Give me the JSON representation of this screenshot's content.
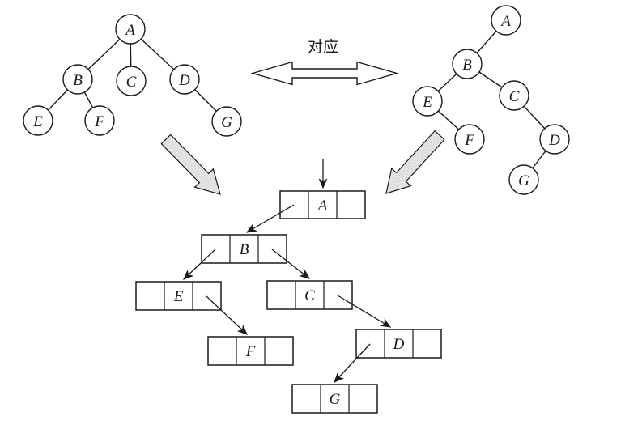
{
  "correspondence": {
    "label": "对应"
  },
  "left_tree": {
    "nodes": [
      {
        "label": "A"
      },
      {
        "label": "B"
      },
      {
        "label": "C"
      },
      {
        "label": "D"
      },
      {
        "label": "E"
      },
      {
        "label": "F"
      },
      {
        "label": "G"
      }
    ],
    "edges": [
      "A-B",
      "A-C",
      "A-D",
      "B-E",
      "B-F",
      "D-G"
    ]
  },
  "right_tree": {
    "nodes": [
      {
        "label": "A"
      },
      {
        "label": "B"
      },
      {
        "label": "E"
      },
      {
        "label": "C"
      },
      {
        "label": "F"
      },
      {
        "label": "D"
      },
      {
        "label": "G"
      }
    ],
    "edges": [
      "A-B",
      "B-E",
      "B-C",
      "E-F",
      "C-D",
      "D-G"
    ]
  },
  "linked_list": {
    "nodes": [
      {
        "label": "A"
      },
      {
        "label": "B"
      },
      {
        "label": "E"
      },
      {
        "label": "C"
      },
      {
        "label": "F"
      },
      {
        "label": "D"
      },
      {
        "label": "G"
      }
    ],
    "pointers": [
      "root->A",
      "A.left->B",
      "B.left->E",
      "B.right->C",
      "E.right->F",
      "C.right->D",
      "D.left->G"
    ]
  }
}
